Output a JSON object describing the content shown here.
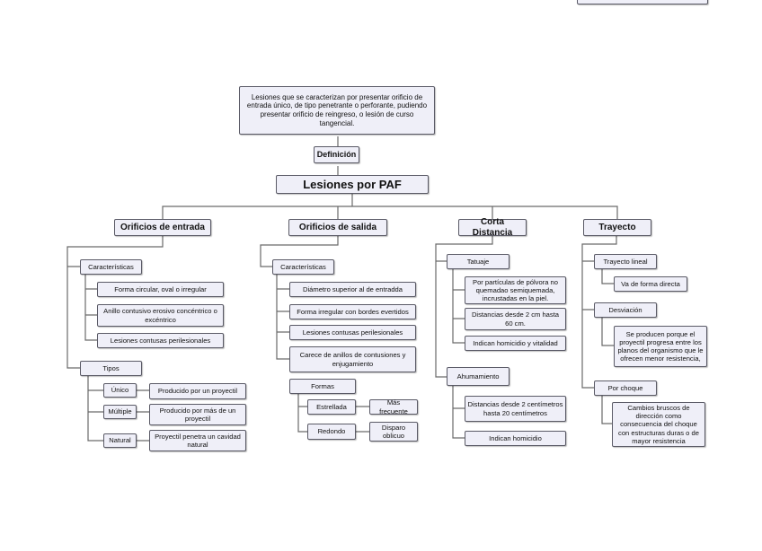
{
  "title": "Lesiones por PAF",
  "definition": {
    "label": "Definición",
    "text": "Lesiones que se caracterizan por presentar orificio de entrada único, de tipo penetrante o perforante, pudiendo presentar orificio de reingreso, o lesión de curso tangencial."
  },
  "entrada": {
    "label": "Orificios de entrada",
    "caracteristicas": "Características",
    "items": [
      "Forma circular, oval o irregular",
      "Anillo contusivo erosivo concéntrico o excéntrico",
      "Lesiones contusas perilesionales"
    ],
    "tipos": "Tipos",
    "tipos_items": [
      {
        "name": "Único",
        "desc": "Producido por un proyectil"
      },
      {
        "name": "Múltiple",
        "desc": "Producido por más de un proyectil"
      },
      {
        "name": "Natural",
        "desc": "Proyectil penetra un cavidad natural"
      }
    ]
  },
  "salida": {
    "label": "Orificios de salida",
    "caracteristicas": "Características",
    "items": [
      "Diámetro superior al de entradda",
      "Forma irregular con bordes evertidos",
      "Lesiones contusas perilesionales",
      "Carece de anillos de contusiones y enjugamiento"
    ],
    "formas": "Formas",
    "formas_items": [
      {
        "name": "Estrellada",
        "desc": "Más frecuente"
      },
      {
        "name": "Redondo",
        "desc": "Disparo oblicuo"
      }
    ]
  },
  "corta": {
    "label": "Corta Distancia",
    "tatuaje": "Tatuaje",
    "tatuaje_items": [
      "Por partículas de pólvora no quemadao semiquemada, incrustadas en la piel.",
      "Distancias desde 2 cm hasta 60 cm.",
      "Indican homicidio y vitalidad"
    ],
    "ahumamiento": "Ahumamiento",
    "ahumamiento_items": [
      "Distancias desde 2 centímetros hasta 20 centímetros",
      "Indican homicidio"
    ]
  },
  "trayecto": {
    "label": "Trayecto",
    "lineal": "Trayecto lineal",
    "lineal_desc": "Va de forma directa",
    "desviacion": "Desviación",
    "desviacion_desc": "Se producen porque el proyectil progresa entre  los planos del organismo que le ofrecen menor resistencia,",
    "choque": "Por choque",
    "choque_desc": "Cambios bruscos de dirección como consecuencia  del choque con estructuras duras o de mayor resistencia"
  },
  "colors": {
    "box_fill": "#efeff8",
    "box_border": "#5a5a66",
    "line": "#666666"
  }
}
